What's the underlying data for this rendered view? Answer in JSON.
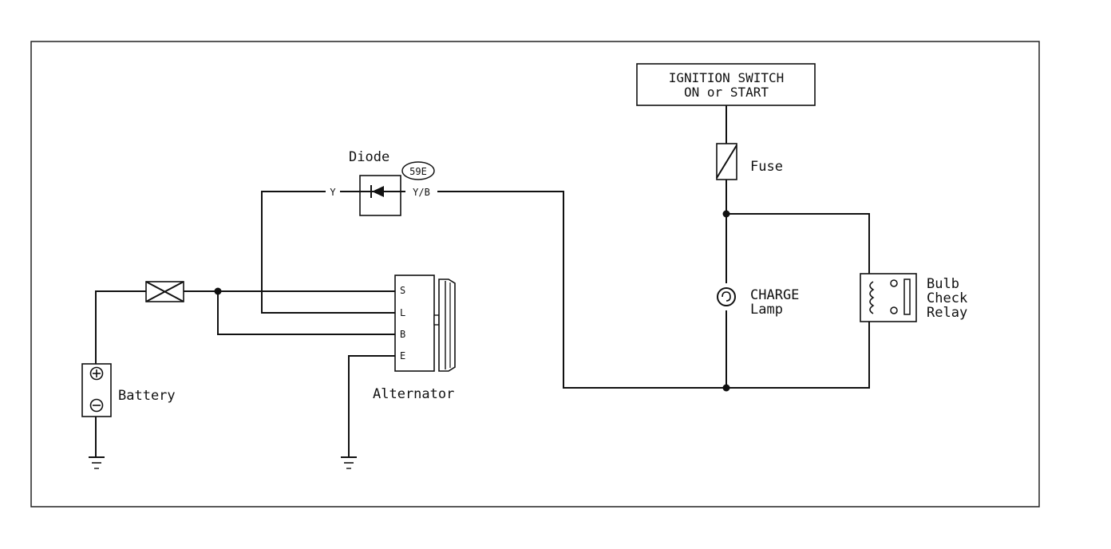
{
  "ignition_switch": {
    "line1": "IGNITION SWITCH",
    "line2": "ON or START"
  },
  "fuse": {
    "label": "Fuse"
  },
  "charge_lamp": {
    "line1": "CHARGE",
    "line2": "Lamp"
  },
  "relay": {
    "line1": "Bulb",
    "line2": "Check",
    "line3": "Relay"
  },
  "diode": {
    "label": "Diode",
    "code": "59E",
    "wire_left": "Y",
    "wire_right": "Y/B"
  },
  "alternator": {
    "label": "Alternator",
    "terminals": [
      "S",
      "L",
      "B",
      "E"
    ]
  },
  "battery": {
    "label": "Battery"
  }
}
